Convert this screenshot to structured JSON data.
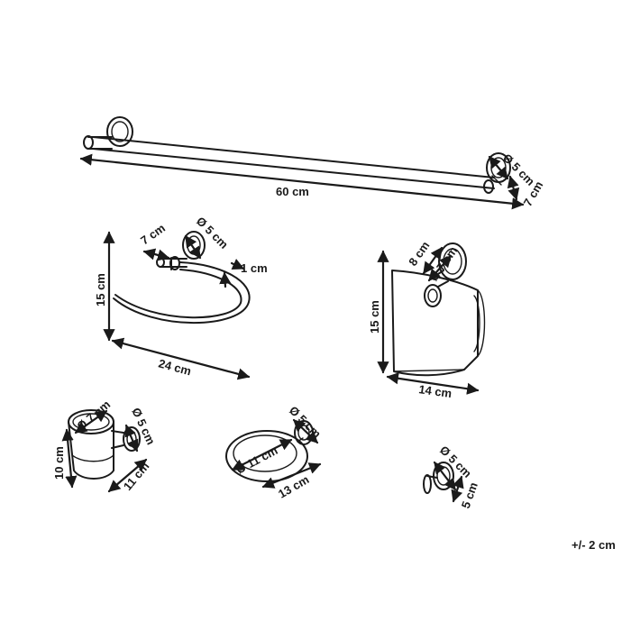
{
  "towel_bar": {
    "length": "60 cm",
    "rosette_diameter": "Ø 5 cm",
    "projection": "7 cm"
  },
  "towel_ring": {
    "width": "24 cm",
    "height": "15 cm",
    "projection": "7 cm",
    "rosette_diameter": "Ø 5 cm",
    "ring_thickness": "1 cm"
  },
  "paper_holder": {
    "height": "15 cm",
    "width": "14 cm",
    "depth": "8 cm",
    "rosette_diameter": "Ø 7 cm"
  },
  "tumbler_holder": {
    "height": "10 cm",
    "depth": "11 cm",
    "cup_diameter": "Ø 7 cm",
    "rosette_diameter": "Ø 5 cm"
  },
  "soap_dish": {
    "dish_diameter": "Ø 11 cm",
    "depth": "13 cm",
    "rosette_diameter": "Ø 5 cm"
  },
  "robe_hook": {
    "rosette_diameter": "Ø 5 cm",
    "projection": "5 cm"
  },
  "tolerance_note": "+/- 2 cm"
}
